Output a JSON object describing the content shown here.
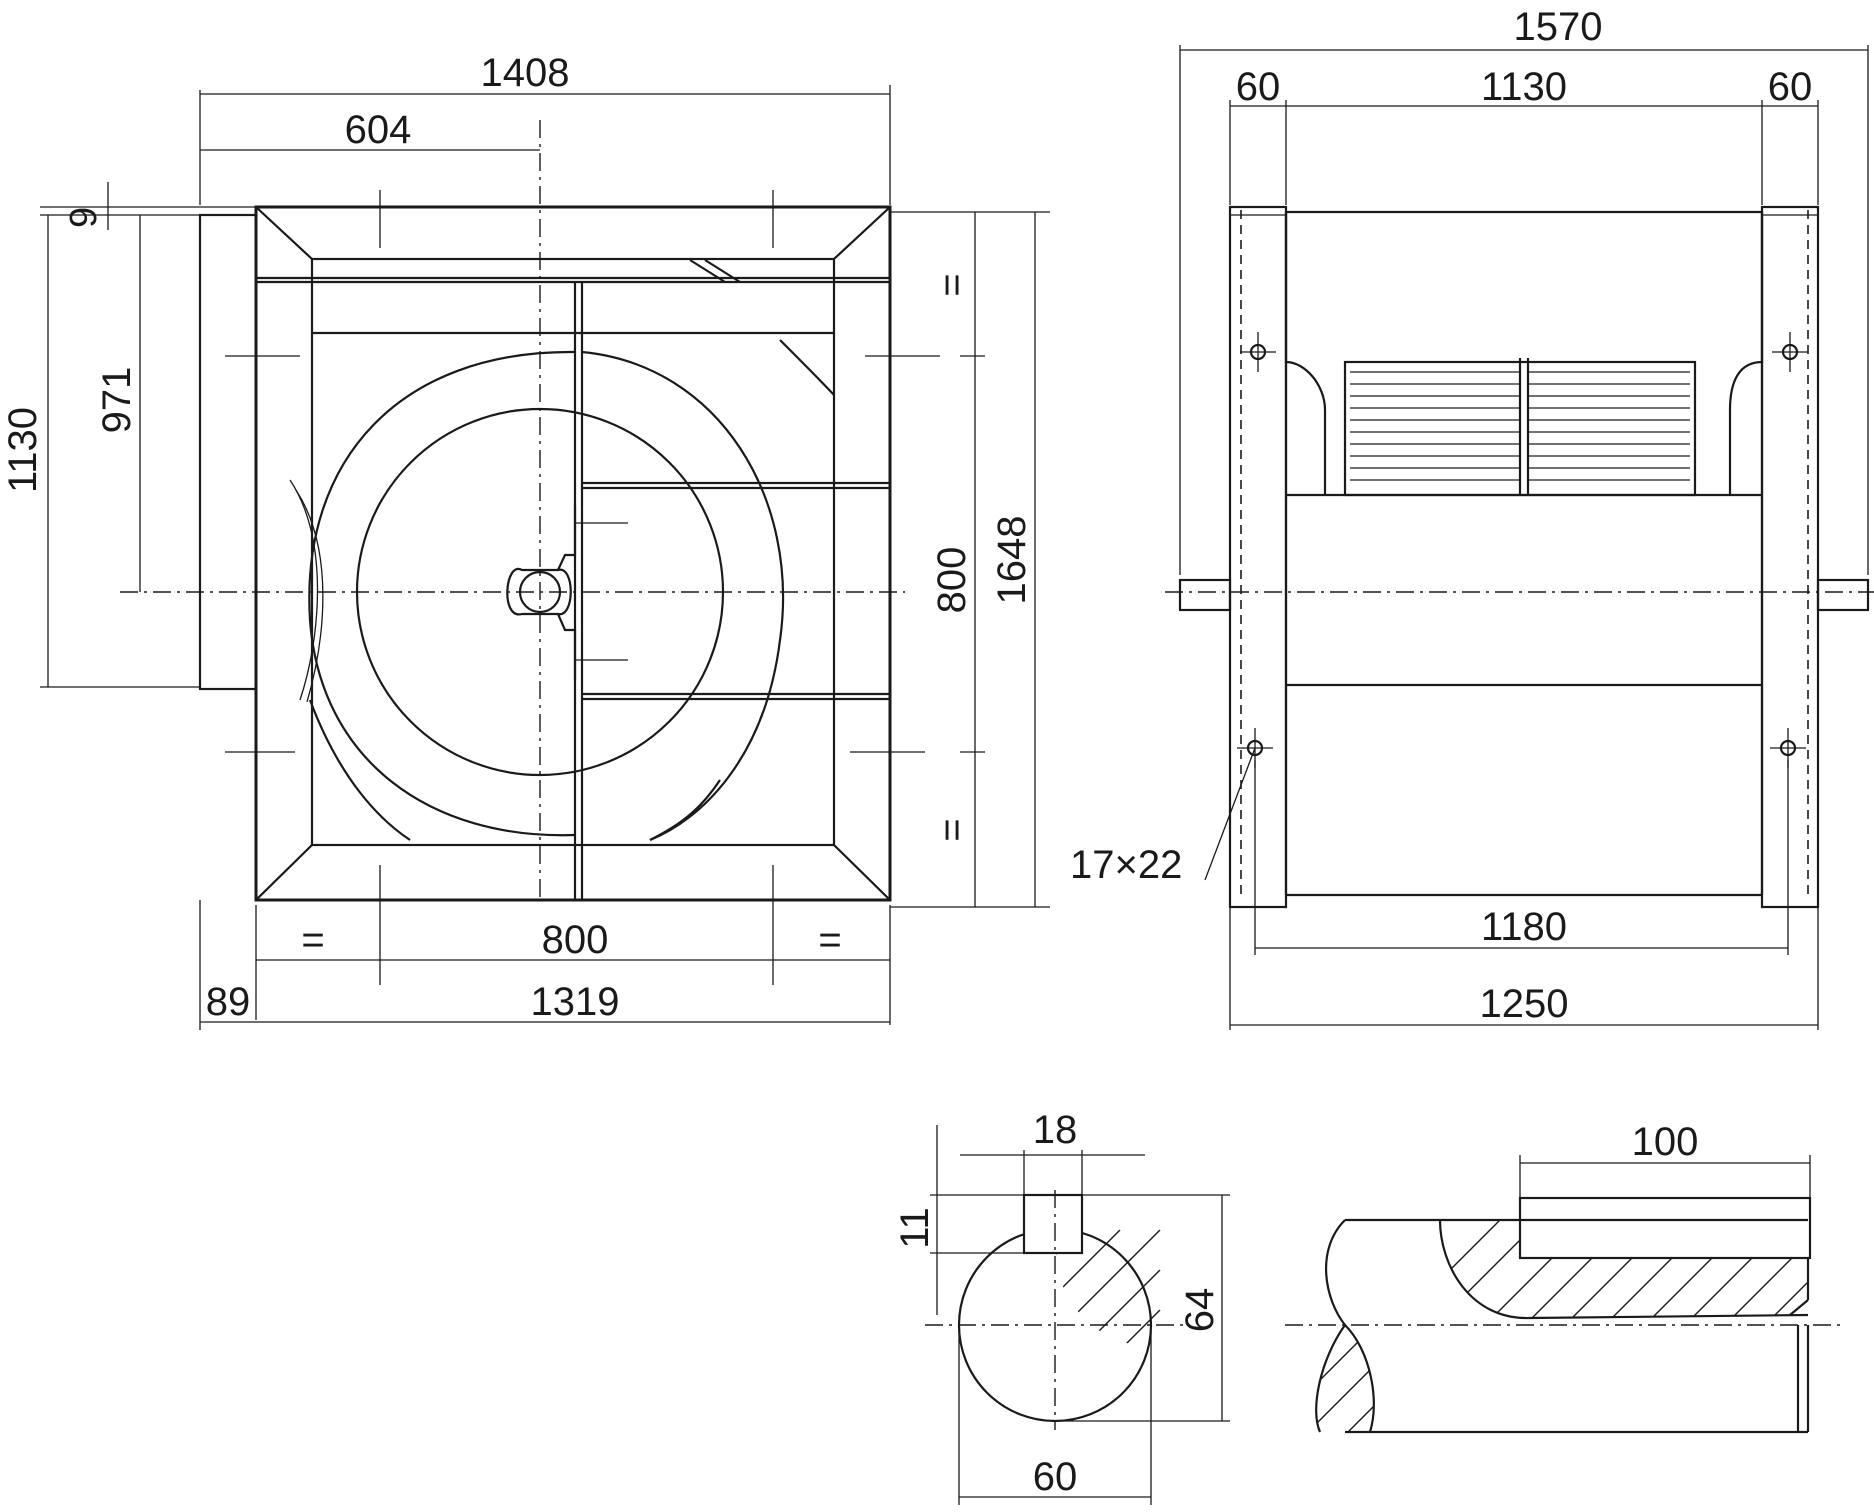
{
  "front_view": {
    "dim_total_width": "1408",
    "dim_to_axis": "604",
    "dim_top_offset": "9",
    "dim_outlet_height": "1130",
    "dim_axis_height": "971",
    "dim_equal_top": "=",
    "dim_center_span_v": "800",
    "dim_equal_bottom": "=",
    "dim_total_height": "1648",
    "dim_equal_left": "=",
    "dim_center_span_h": "800",
    "dim_equal_right": "=",
    "dim_flange": "89",
    "dim_body_width": "1319"
  },
  "side_view": {
    "dim_shaft_length": "1570",
    "dim_flange_left": "60",
    "dim_housing_width": "1130",
    "dim_flange_right": "60",
    "dim_hole_label": "17×22",
    "dim_hole_span": "1180",
    "dim_base_width": "1250"
  },
  "shaft_section": {
    "dim_key_width": "18",
    "dim_key_height": "11",
    "dim_shaft_depth": "64",
    "dim_shaft_diameter": "60"
  },
  "shaft_end": {
    "dim_keyway_length": "100"
  }
}
